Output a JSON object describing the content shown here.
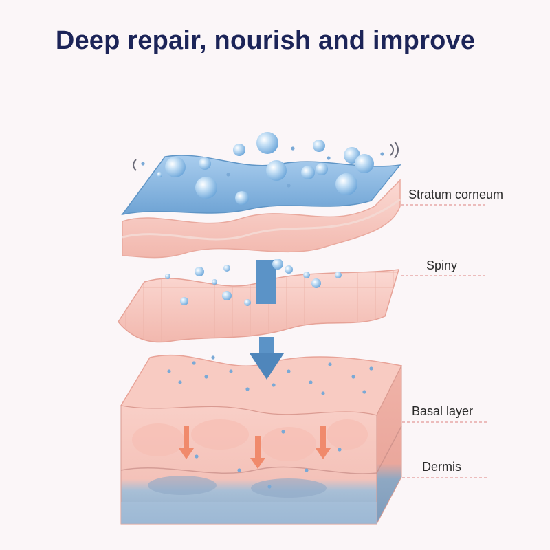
{
  "title": "Deep repair, nourish and improve",
  "labels": {
    "stratum": "Stratum corneum",
    "spiny": "Spiny",
    "basal": "Basal layer",
    "dermis": "Dermis"
  },
  "colors": {
    "title": "#1c2458",
    "background": "#fbf6f8",
    "skin": "#f6c9c2",
    "skin_dark": "#eaa49b",
    "water": "#7fb2df",
    "bubble": "#9cc8ec",
    "arrow_blue": "#5b93c7",
    "arrow_orange": "#f08a6c",
    "dermis": "#9fb6cd",
    "leader": "#e39a98"
  },
  "icons": [
    "water-bubble-icon",
    "down-arrow-icon",
    "sound-wave-icon"
  ]
}
